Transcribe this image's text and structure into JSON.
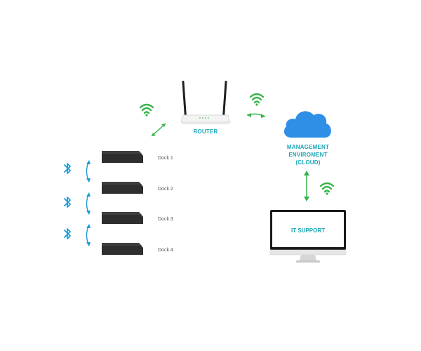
{
  "router": {
    "label": "ROUTER"
  },
  "cloud": {
    "label_line1": "MANAGEMENT",
    "label_line2": "ENVIROMENT",
    "label_line3": "(CLOUD)"
  },
  "monitor": {
    "screen_text": "IT SUPPORT"
  },
  "docks": [
    {
      "label": "Dock 1"
    },
    {
      "label": "Dock 2"
    },
    {
      "label": "Dock 3"
    },
    {
      "label": "Dock 4"
    }
  ],
  "colors": {
    "accent": "#1aa6b7",
    "wifi": "#37b34a",
    "arrow": "#37b34a",
    "bluetooth": "#1e9bd7",
    "cloud": "#2f8fe6",
    "device": "#2e2e2e"
  },
  "icons": [
    "wifi-icon",
    "bluetooth-icon",
    "router-icon",
    "cloud-icon",
    "monitor-icon",
    "dock-icon"
  ]
}
